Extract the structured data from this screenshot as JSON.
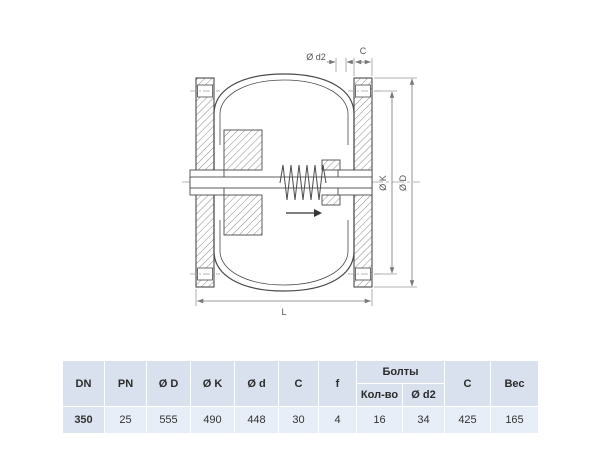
{
  "drawing": {
    "dim_labels": {
      "d2": "Ø d2",
      "c": "C",
      "k": "Ø K",
      "d": "Ø D",
      "l": "L"
    }
  },
  "table": {
    "headers": {
      "dn": "DN",
      "pn": "PN",
      "d_outer": "Ø D",
      "k": "Ø K",
      "d_inner": "Ø d",
      "c": "C",
      "f": "f",
      "bolts": "Болты",
      "bolts_count": "Кол-во",
      "bolts_d2": "Ø d2",
      "c2": "C",
      "weight": "Вес"
    },
    "row": {
      "dn": "350",
      "pn": "25",
      "d_outer": "555",
      "k": "490",
      "d_inner": "448",
      "c": "30",
      "f": "4",
      "bolts_count": "16",
      "bolts_d2": "34",
      "c2": "425",
      "weight": "165"
    }
  }
}
